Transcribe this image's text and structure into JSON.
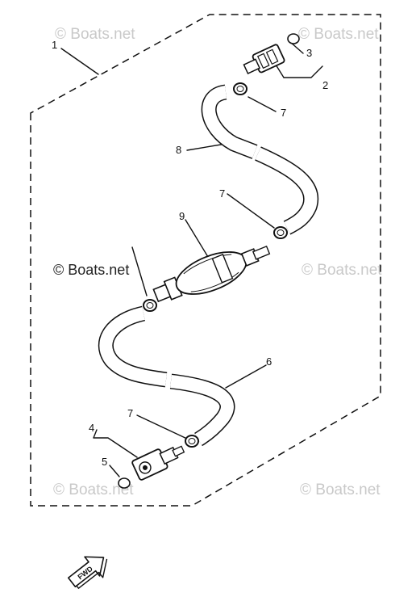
{
  "watermarks": [
    "© Boats.net",
    "© Boats.net",
    "© Boats.net",
    "© Boats.net",
    "© Boats.net",
    "© Boats.net"
  ],
  "callouts": [
    "1",
    "2",
    "3",
    "4",
    "5",
    "6",
    "7",
    "7",
    "7",
    "8",
    "9"
  ],
  "fwd_label": "FWD",
  "colors": {
    "line": "#111111",
    "watermark": "#c9c9c9",
    "background": "#ffffff"
  }
}
